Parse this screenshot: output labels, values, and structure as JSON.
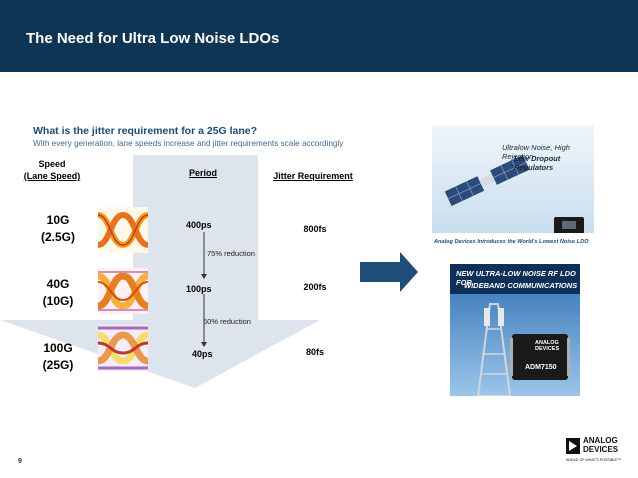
{
  "header": {
    "title": "The Need for Ultra Low Noise LDOs"
  },
  "intro": {
    "question": "What is the jitter requirement for a 25G lane?",
    "subtitle": "With every generation, lane speeds increase and jitter requirements scale accordingly"
  },
  "table": {
    "speed_header_line1": "Speed",
    "speed_header_line2": "(Lane Speed)",
    "period_header": "Period",
    "jitter_header": "Jitter Requirement",
    "rows": [
      {
        "speed": "10G",
        "lane": "(2.5G)",
        "period": "400ps",
        "jitter": "800fs"
      },
      {
        "speed": "40G",
        "lane": "(10G)",
        "period": "100ps",
        "jitter": "200fs"
      },
      {
        "speed": "100G",
        "lane": "(25G)",
        "period": "40ps",
        "jitter": "80fs"
      }
    ],
    "reductions": [
      "75% reduction",
      "60% reduction"
    ]
  },
  "ad_top": {
    "headline_line1": "Ultralow Noise, High Rejection",
    "headline_line2": "Low Dropout Regulators",
    "caption": "Analog Devices Introduces the World's Lowest Noise LDO"
  },
  "ad_bottom": {
    "headline_line1": "NEW ULTRA-LOW NOISE RF LDO FOR",
    "headline_line2": "WIDEBAND COMMUNICATIONS",
    "chip_brand_line1": "ANALOG",
    "chip_brand_line2": "DEVICES",
    "chip_part": "ADM7150"
  },
  "footer": {
    "page_number": "9",
    "logo_line1": "ANALOG",
    "logo_line2": "DEVICES",
    "logo_tagline": "AHEAD OF WHAT'S POSSIBLE™"
  },
  "colors": {
    "header_bg": "#0f3554",
    "question": "#1c4a77",
    "funnel": "#dde4ee",
    "arrow": "#1f4d7a"
  }
}
